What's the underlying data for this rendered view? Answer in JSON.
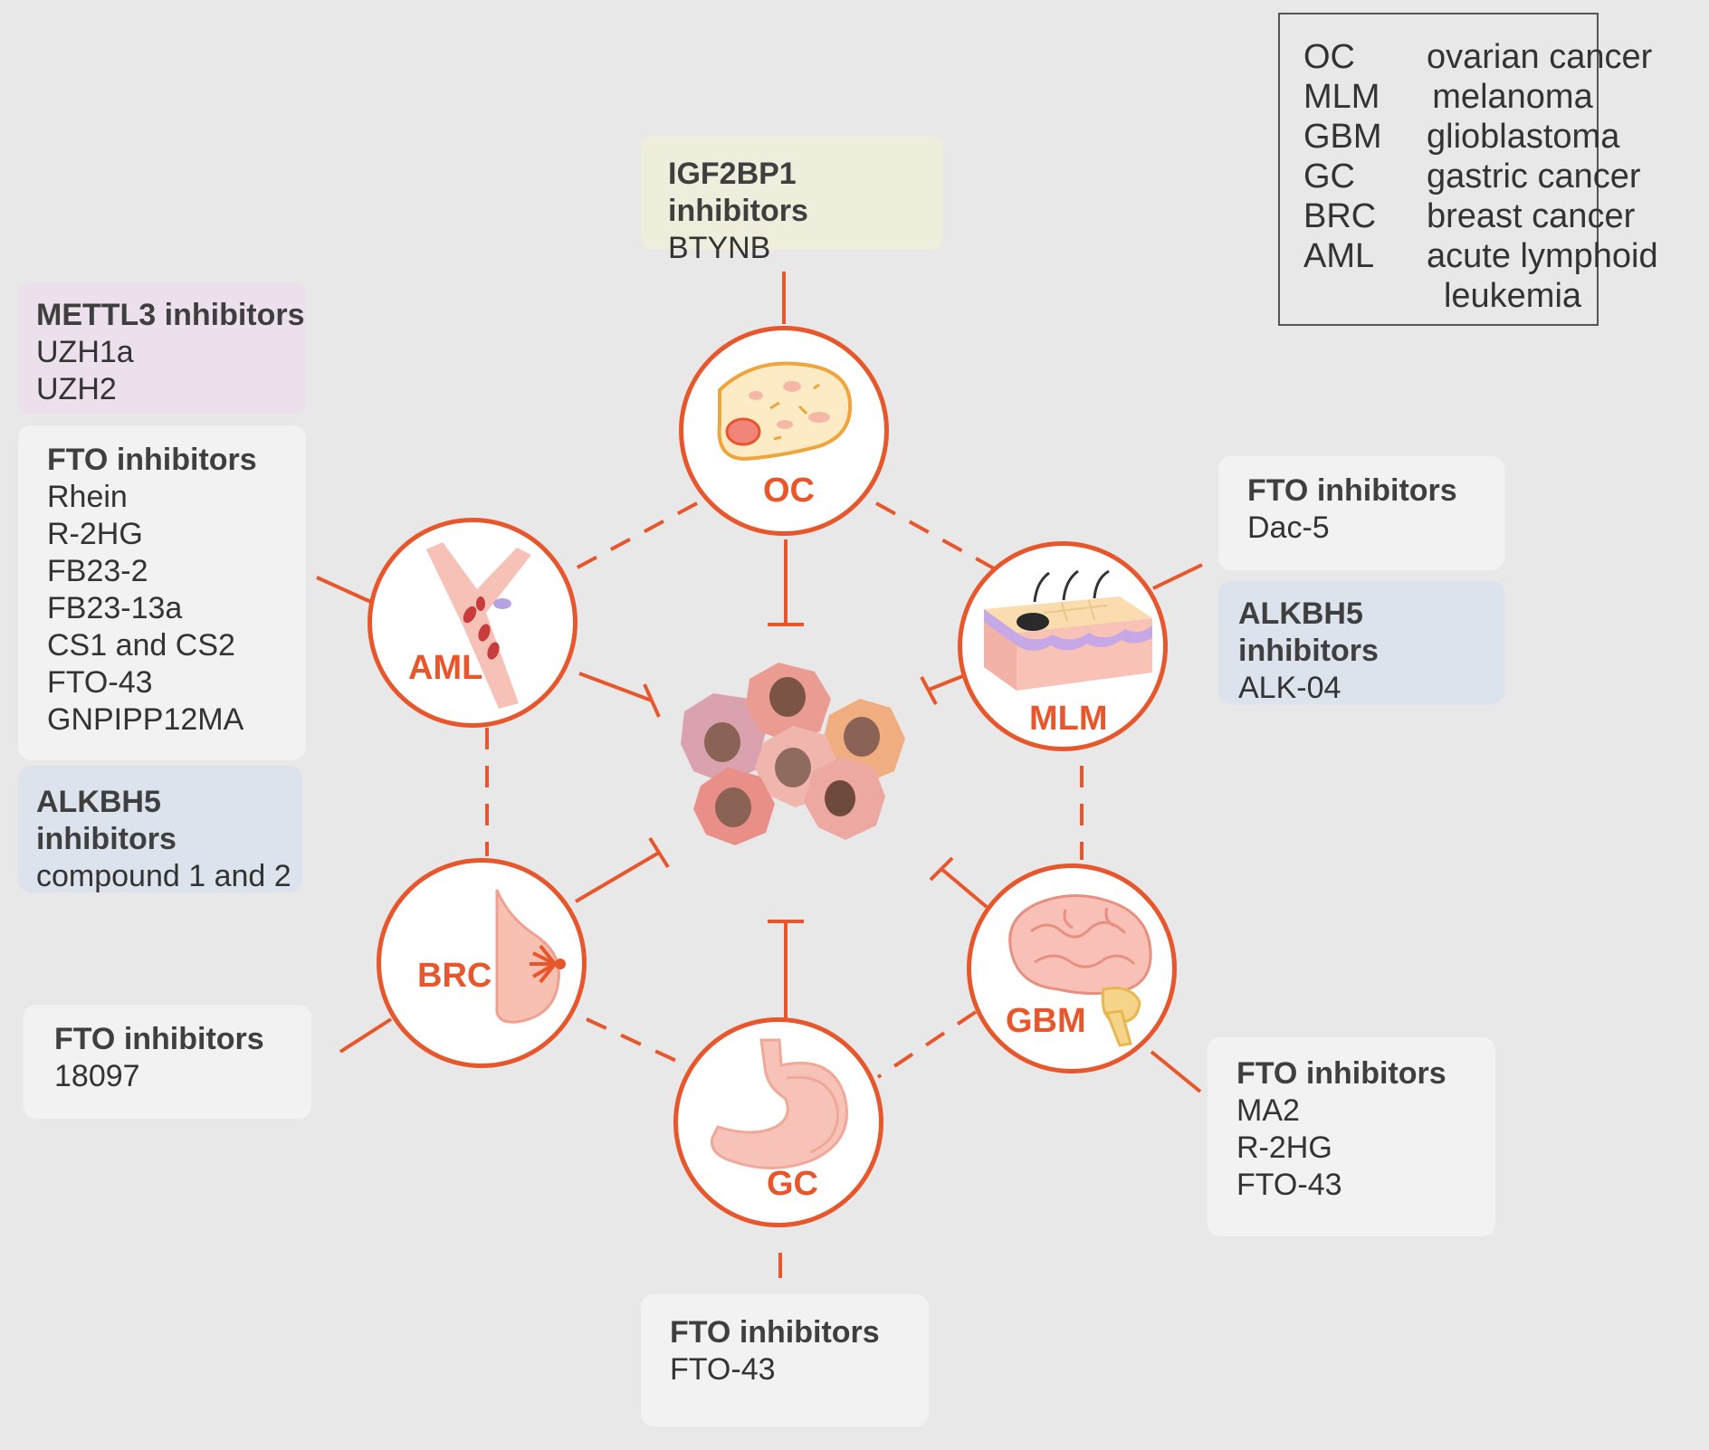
{
  "legend": {
    "rows": [
      {
        "abbr": "OC",
        "definition": "ovarian cancer"
      },
      {
        "abbr": "MLM",
        "definition": "melanoma"
      },
      {
        "abbr": "GBM",
        "definition": "glioblastoma"
      },
      {
        "abbr": "GC",
        "definition": "gastric cancer"
      },
      {
        "abbr": "BRC",
        "definition": "breast cancer"
      },
      {
        "abbr": "AML",
        "definition": "acute lymphoid"
      },
      {
        "abbr": "",
        "definition": "leukemia"
      }
    ]
  },
  "nodes": {
    "oc": {
      "label": "OC"
    },
    "mlm": {
      "label": "MLM"
    },
    "gbm": {
      "label": "GBM"
    },
    "gc": {
      "label": "GC"
    },
    "brc": {
      "label": "BRC"
    },
    "aml": {
      "label": "AML"
    }
  },
  "boxes": {
    "oc_igf2bp1": {
      "header": "IGF2BP1 inhibitors",
      "items": [
        "BTYNB"
      ],
      "color": "#efeedd"
    },
    "aml_mettl3": {
      "header": "METTL3 inhibitors",
      "items": [
        "UZH1a",
        "UZH2"
      ],
      "color": "#ece0ec"
    },
    "aml_fto": {
      "header": "FTO inhibitors",
      "items": [
        "Rhein",
        "R-2HG",
        "FB23-2",
        "FB23-13a",
        "CS1 and CS2",
        "FTO-43",
        "GNPIPP12MA"
      ],
      "color": "#f2f2f2"
    },
    "aml_alkbh5": {
      "header": "ALKBH5 inhibitors",
      "items": [
        "compound 1 and 2"
      ],
      "color": "#dde3ec"
    },
    "mlm_fto": {
      "header": "FTO inhibitors",
      "items": [
        "Dac-5"
      ],
      "color": "#f2f2f2"
    },
    "mlm_alkbh5": {
      "header": "ALKBH5 inhibitors",
      "items": [
        "ALK-04"
      ],
      "color": "#dde3ec"
    },
    "brc_fto": {
      "header": "FTO inhibitors",
      "items": [
        "18097"
      ],
      "color": "#f2f2f2"
    },
    "gbm_fto": {
      "header": "FTO inhibitors",
      "items": [
        "MA2",
        "R-2HG",
        "FTO-43"
      ],
      "color": "#f2f2f2"
    },
    "gc_fto": {
      "header": "FTO inhibitors",
      "items": [
        "FTO-43"
      ],
      "color": "#f2f2f2"
    }
  },
  "colors": {
    "accent": "#e8562c",
    "background": "#e8e8e8"
  }
}
